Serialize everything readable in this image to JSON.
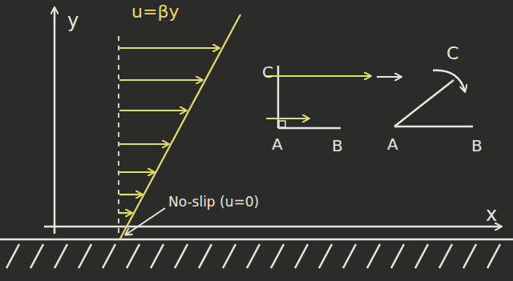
{
  "diagram": {
    "labels": [
      "y",
      "u=βy",
      "C",
      "A",
      "B",
      "C",
      "A",
      "B",
      "No-slip (u=0)",
      "x"
    ]
  }
}
